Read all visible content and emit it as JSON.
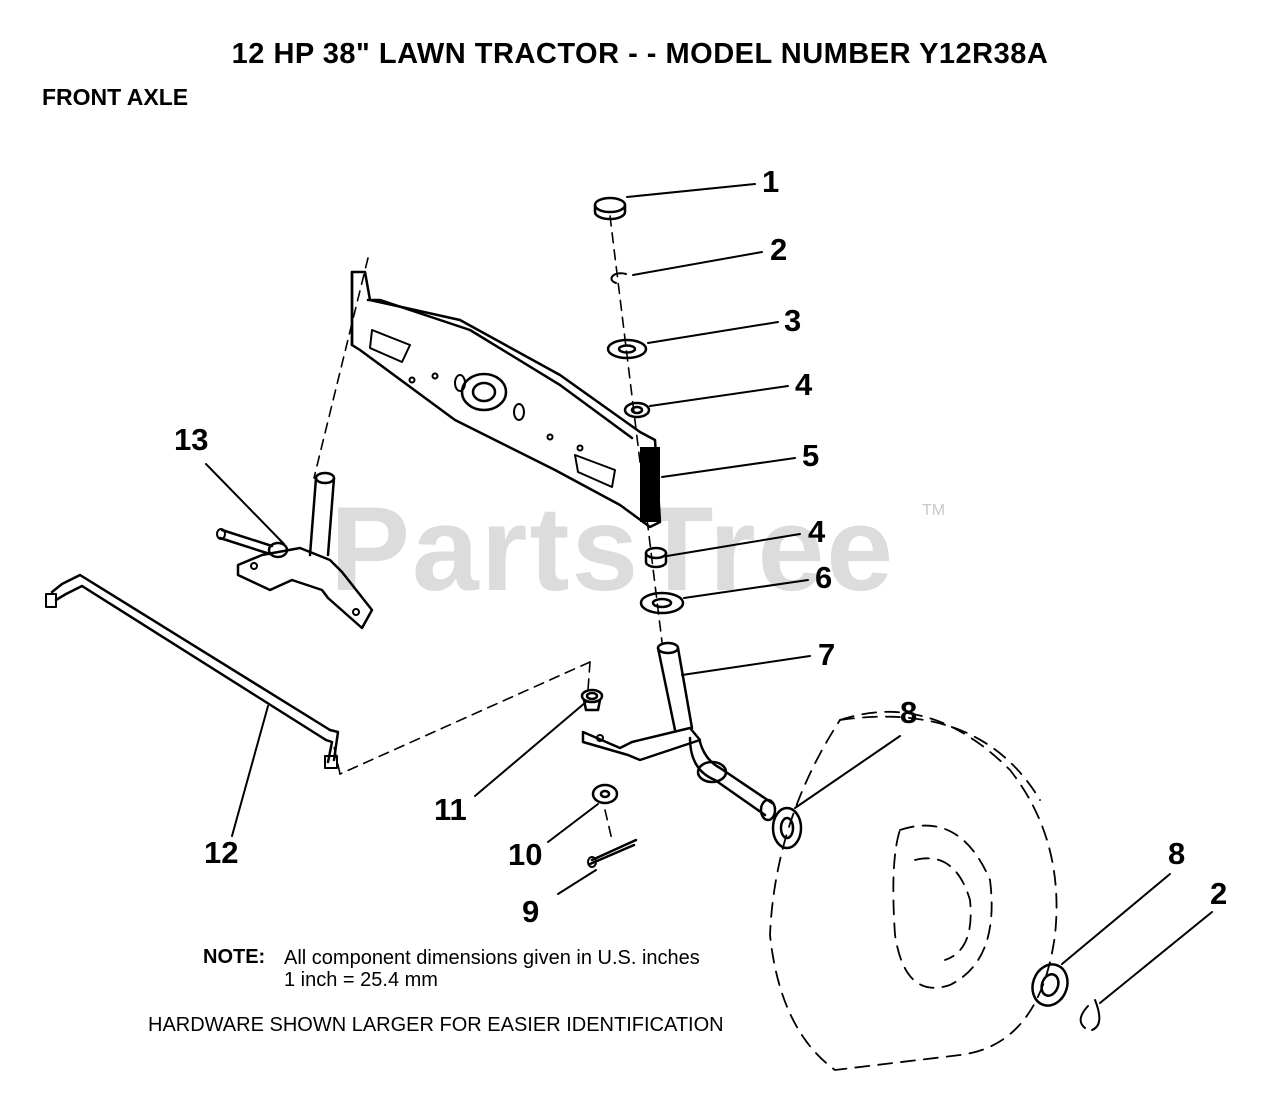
{
  "header": {
    "title": "12 HP 38\" LAWN TRACTOR - - MODEL NUMBER Y12R38A",
    "section": "FRONT AXLE"
  },
  "watermark": {
    "text": "PartsTree",
    "trademark": "TM"
  },
  "callouts": [
    "1",
    "2",
    "3",
    "4",
    "5",
    "4",
    "6",
    "7",
    "8",
    "11",
    "10",
    "9",
    "12",
    "13",
    "8",
    "2"
  ],
  "note": {
    "label": "NOTE:",
    "line1": "All component dimensions given in U.S. inches",
    "line2": "1 inch = 25.4 mm",
    "hardware": "HARDWARE SHOWN LARGER FOR EASIER IDENTIFICATION"
  },
  "colors": {
    "ink": "#000000",
    "watermark": "#dcdcdc",
    "background": "#ffffff"
  }
}
